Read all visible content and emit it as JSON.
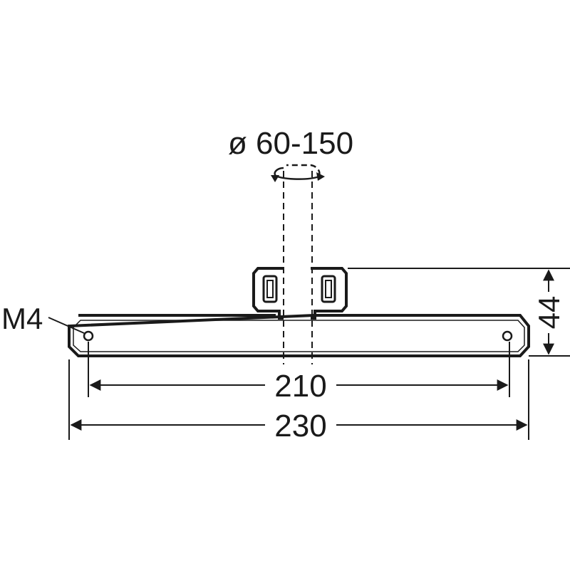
{
  "labels": {
    "diameter": "ø 60-150",
    "thread": "M4",
    "height": "44",
    "hole_spacing": "210",
    "overall_length": "230"
  },
  "colors": {
    "ink": "#1a1a1a",
    "background": "#ffffff"
  }
}
